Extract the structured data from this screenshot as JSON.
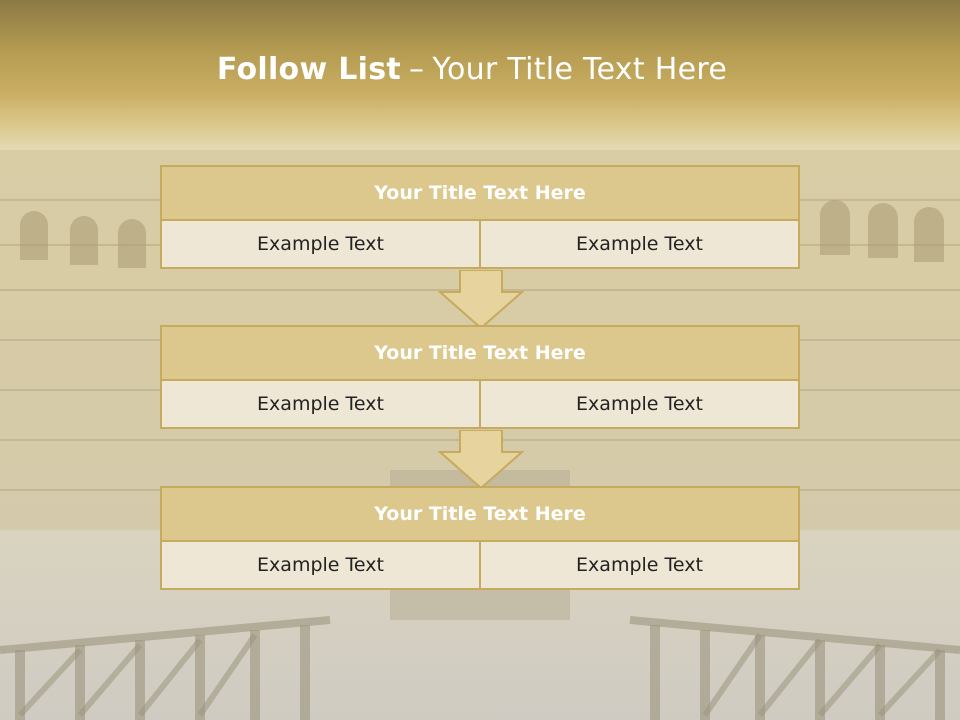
{
  "slide": {
    "title_bold": "Follow List",
    "title_separator": "–",
    "title_rest": "Your Title Text Here"
  },
  "steps": [
    {
      "title": "Your Title Text Here",
      "left": "Example Text",
      "right": "Example Text"
    },
    {
      "title": "Your Title Text Here",
      "left": "Example Text",
      "right": "Example Text"
    },
    {
      "title": "Your Title Text Here",
      "left": "Example Text",
      "right": "Example Text"
    }
  ],
  "colors": {
    "header_gold": "#c9ae62",
    "box_header": "#dcc78c",
    "box_border": "#c6aa5e",
    "box_cell": "#efe7d6",
    "arrow_fill": "#e6d39d"
  },
  "icons": [
    "down-arrow-icon"
  ]
}
